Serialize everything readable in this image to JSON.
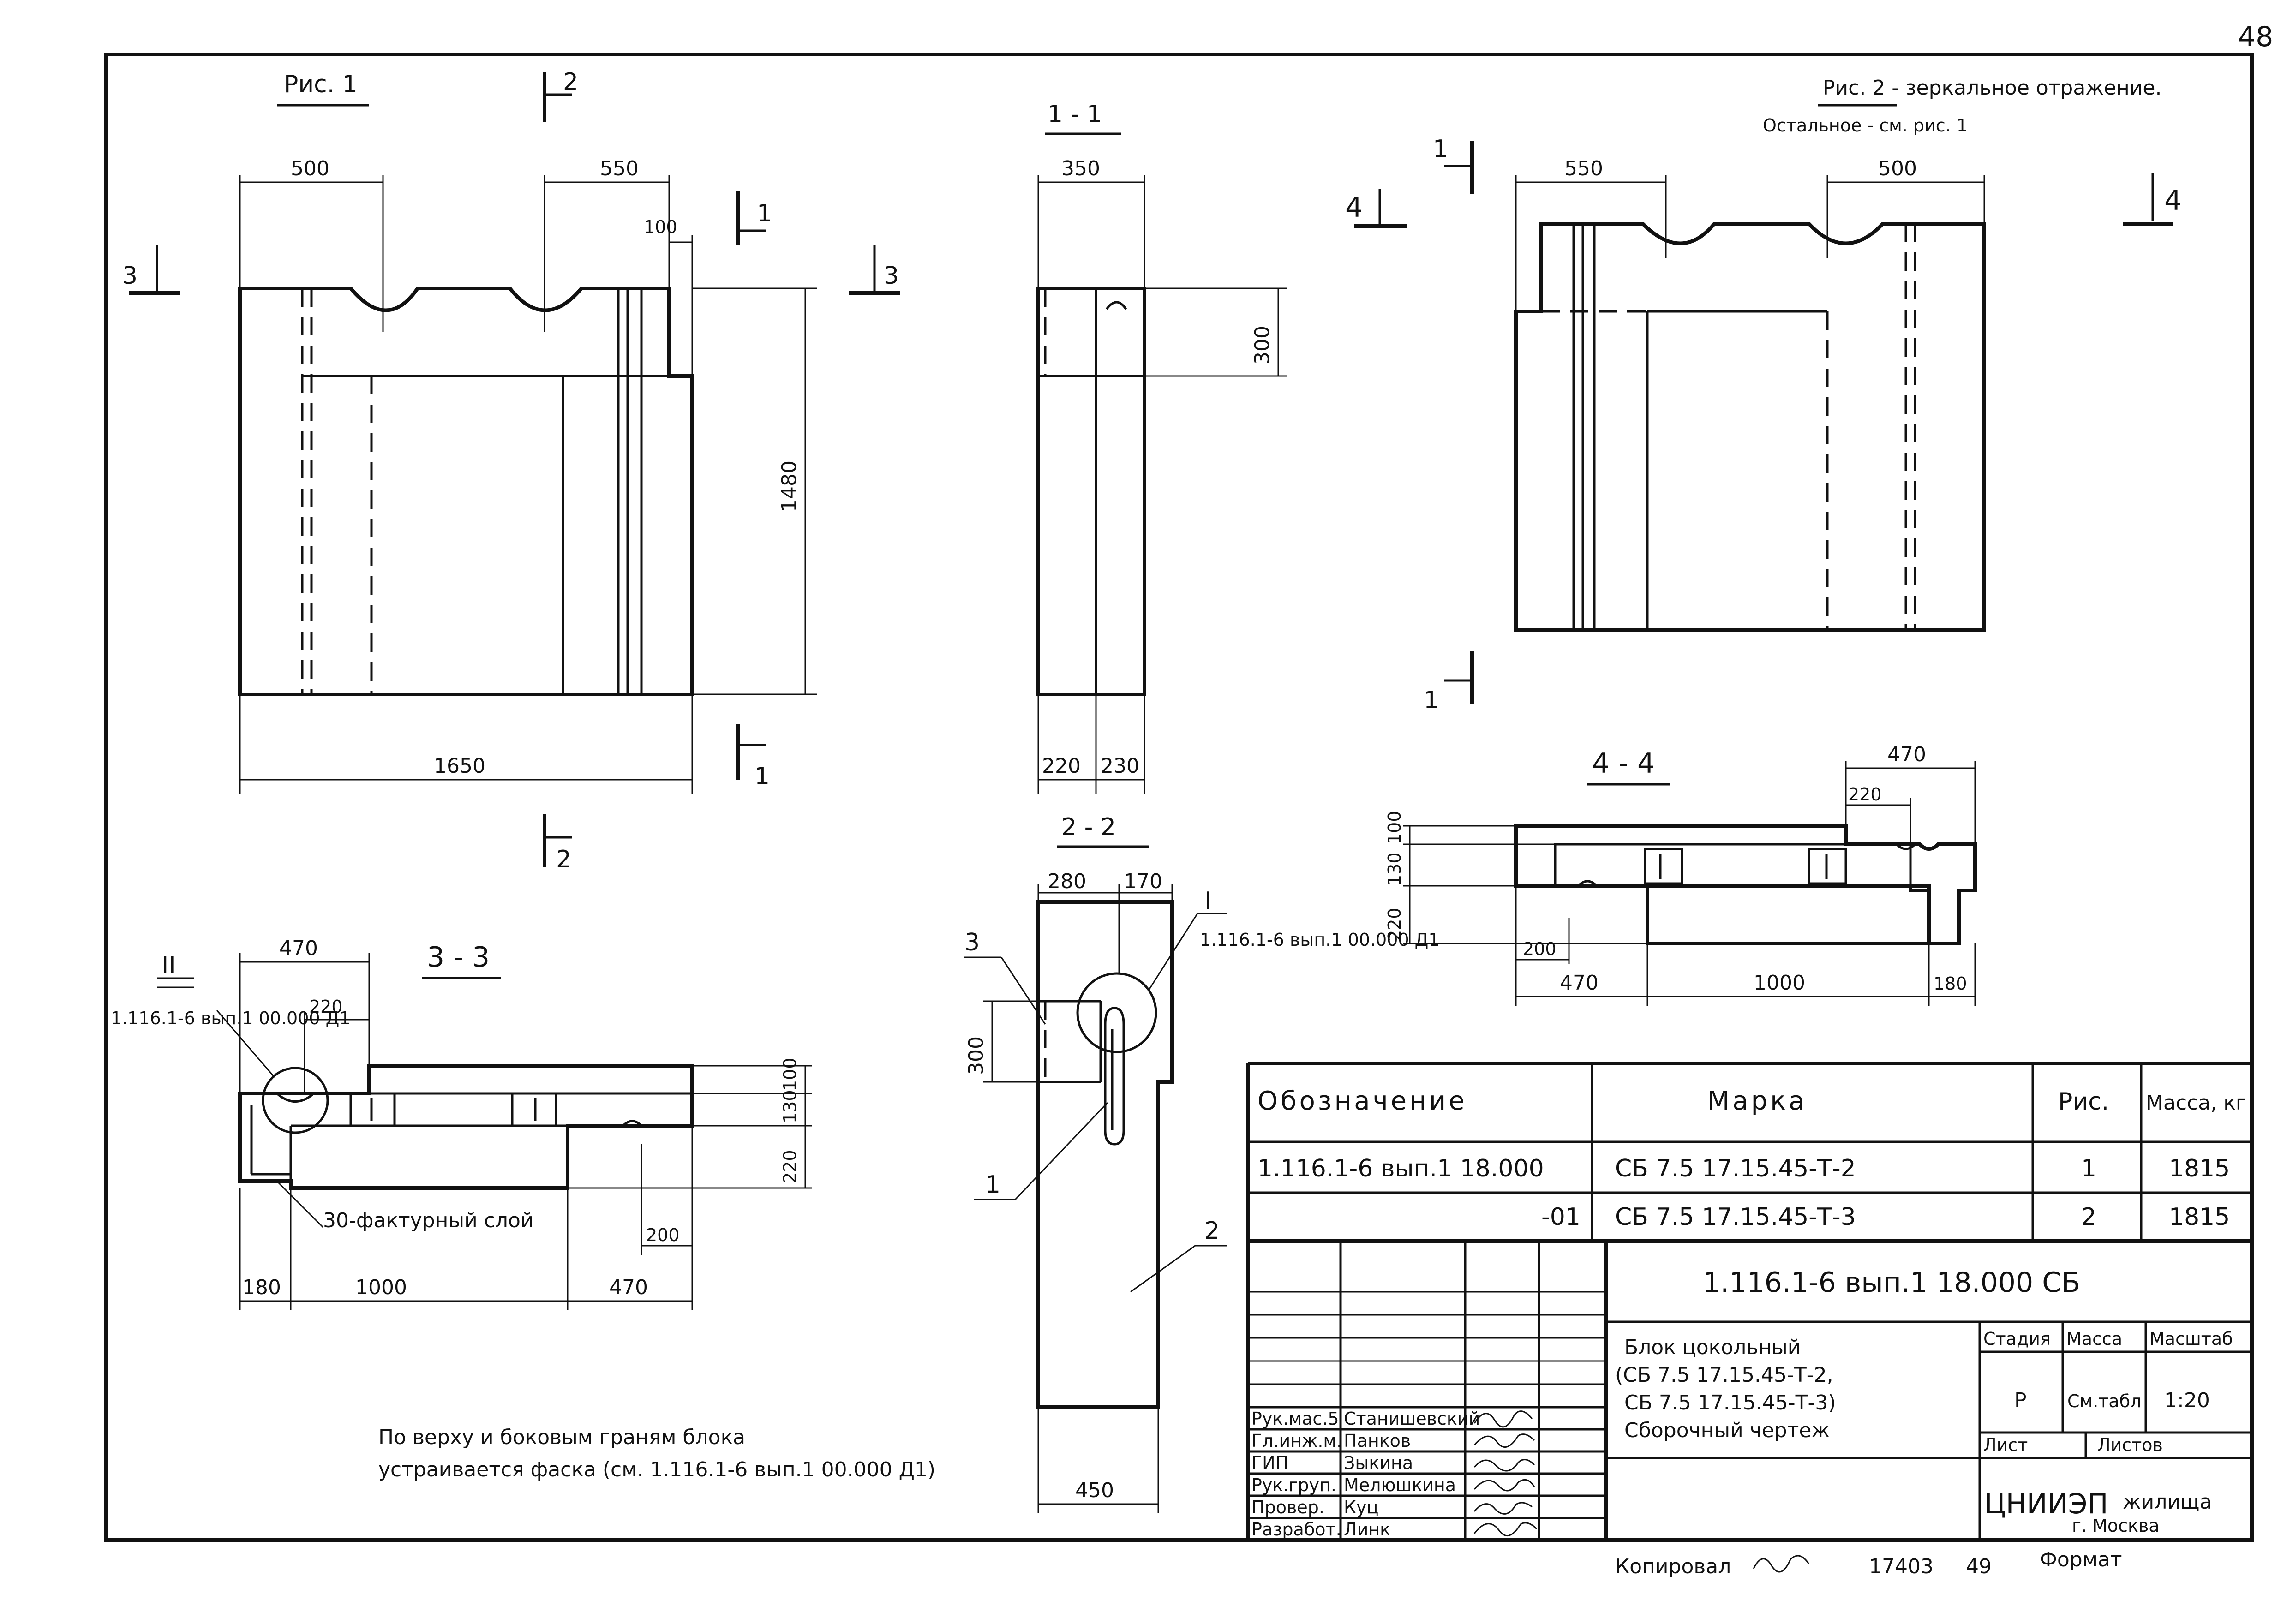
{
  "page_number": "48",
  "fig1": {
    "caption": "Рис. 1",
    "dims": {
      "d500": "500",
      "d550": "550",
      "d100": "100",
      "d1480": "1480",
      "d1650": "1650"
    },
    "cut_marks": {
      "c1": "1",
      "c2": "2",
      "c3": "3"
    }
  },
  "sec11": {
    "caption": "1 - 1",
    "dims": {
      "d350": "350",
      "d300": "300",
      "d220": "220",
      "d230": "230"
    }
  },
  "fig2": {
    "caption": "Рис. 2 - зеркальное отражение.",
    "note": "Остальное - см. рис. 1",
    "dims": {
      "d550": "550",
      "d500": "500"
    },
    "cut_marks": {
      "c1": "1",
      "c4": "4"
    }
  },
  "sec44": {
    "caption": "4 - 4",
    "dims": {
      "d470": "470",
      "d220": "220",
      "d100": "100",
      "d130": "130",
      "d220v": "220",
      "d200": "200",
      "d470b": "470",
      "d1000": "1000",
      "d180": "180"
    }
  },
  "sec22": {
    "caption": "2 - 2",
    "dims": {
      "d280": "280",
      "d170": "170",
      "d300": "300",
      "d450": "450"
    },
    "node_I": "I",
    "node_ref": "1.116.1-6 вып.1 00.000 Д1",
    "pos": {
      "p1": "1",
      "p2": "2",
      "p3": "3"
    }
  },
  "sec33": {
    "caption": "3 - 3",
    "dims": {
      "d470": "470",
      "d220": "220",
      "d100": "100",
      "d130": "130",
      "d220v": "220",
      "d200": "200",
      "d180": "180",
      "d1000": "1000",
      "d470b": "470"
    },
    "node_II": "II",
    "node_ref": "1.116.1-6 вып.1 00.000 Д1",
    "layer_note": "30-фактурный слой"
  },
  "bottom_note": {
    "line1": "По верху и боковым граням блока",
    "line2": "устраивается фаска (см. 1.116.1-6 вып.1 00.000 Д1)"
  },
  "spec_table": {
    "headers": {
      "designation": "Обозначение",
      "mark": "Марка",
      "fig": "Рис.",
      "mass": "Масса, кг"
    },
    "rows": [
      {
        "designation": "1.116.1-6 вып.1 18.000",
        "mark": "СБ 7.5 17.15.45-Т-2",
        "fig": "1",
        "mass": "1815"
      },
      {
        "designation": "-01",
        "mark": "СБ 7.5 17.15.45-Т-3",
        "fig": "2",
        "mass": "1815"
      }
    ]
  },
  "title_block": {
    "doc_code": "1.116.1-6 вып.1 18.000 СБ",
    "name_line1": "Блок цокольный",
    "name_line2": "(СБ 7.5 17.15.45-Т-2,",
    "name_line3": "СБ 7.5 17.15.45-Т-3)",
    "name_line4": "Сборочный чертеж",
    "stage_label": "Стадия",
    "mass_label": "Масса",
    "scale_label": "Масштаб",
    "stage": "Р",
    "mass": "См.табл",
    "scale": "1:20",
    "sheet_label": "Лист",
    "sheets_label": "Листов",
    "org_main": "ЦНИИЭП",
    "org_sub": "жилища",
    "city": "г. Москва",
    "signers": [
      {
        "role": "Рук.мас.5",
        "name": "Станишевский"
      },
      {
        "role": "Гл.инж.м.",
        "name": "Панков"
      },
      {
        "role": "ГИП",
        "name": "Зыкина"
      },
      {
        "role": "Рук.груп.",
        "name": "Мелюшкина"
      },
      {
        "role": "Провер.",
        "name": "Куц"
      },
      {
        "role": "Разработ.",
        "name": "Линк"
      }
    ]
  },
  "footer": {
    "copied": "Копировал",
    "copy_num": "17403",
    "sheet_num": "49",
    "format": "Формат"
  }
}
